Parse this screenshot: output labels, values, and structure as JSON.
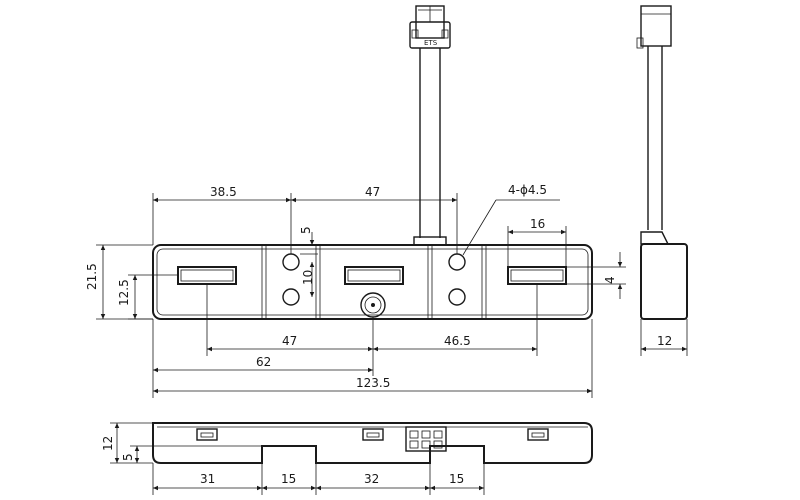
{
  "drawing": {
    "front_view": {
      "dim_left_to_hole": "38.5",
      "dim_hole_spacing": "47",
      "hole_callout": "4-ϕ4.5",
      "dim_window_width": "16",
      "dim_hole_offset": "5",
      "dim_hole_pitch": "10",
      "dim_height": "21.5",
      "dim_window_center": "12.5",
      "dim_window_height": "4",
      "dim_center_left": "47",
      "dim_center_right": "46.5",
      "dim_left_to_center": "62",
      "dim_overall_length": "123.5"
    },
    "side_view": {
      "dim_depth": "12"
    },
    "bottom_view": {
      "dim_height": "12",
      "dim_step": "5",
      "dim_seg1": "31",
      "dim_seg2": "15",
      "dim_seg3": "32",
      "dim_seg4": "15"
    },
    "connector_marking": "ЕТS"
  }
}
